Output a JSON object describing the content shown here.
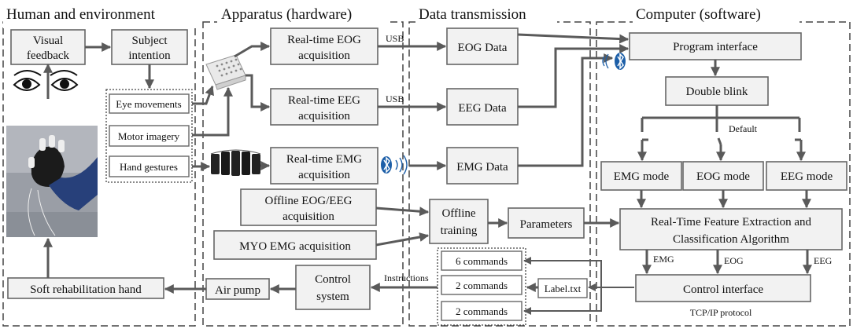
{
  "panels": {
    "human": "Human and environment",
    "apparatus": "Apparatus (hardware)",
    "transmission": "Data transmission",
    "computer": "Computer (software)"
  },
  "human": {
    "visual_feedback": [
      "Visual",
      "feedback"
    ],
    "subject_intention": [
      "Subject",
      "intention"
    ],
    "eye_movements": "Eye movements",
    "motor_imagery": "Motor imagery",
    "hand_gestures": "Hand gestures",
    "soft_hand": "Soft rehabilitation hand"
  },
  "apparatus": {
    "eog_acq": [
      "Real-time EOG",
      "acquisition"
    ],
    "eeg_acq": [
      "Real-time EEG",
      "acquisition"
    ],
    "emg_acq": [
      "Real-time EMG",
      "acquisition"
    ],
    "offline_acq": [
      "Offline  EOG/EEG",
      "acquisition"
    ],
    "myo_acq": "MYO EMG  acquisition",
    "control_system": [
      "Control",
      "system"
    ],
    "air_pump": "Air pump"
  },
  "transmission": {
    "usb1": "USB",
    "usb2": "USB",
    "eog_data": "EOG Data",
    "eeg_data": "EEG Data",
    "emg_data": "EMG Data",
    "offline_training": [
      "Offline",
      "training"
    ],
    "parameters": "Parameters",
    "instructions": "Instructions",
    "commands": [
      "6 commands",
      "2 commands",
      "2 commands"
    ],
    "label_file": "Label.txt"
  },
  "computer": {
    "program_interface": "Program interface",
    "double_blink": "Double blink",
    "default": "Default",
    "emg_mode": "EMG mode",
    "eog_mode": "EOG mode",
    "eeg_mode": "EEG mode",
    "feature_extraction": [
      "Real-Time Feature Extraction and",
      "Classification Algorithm"
    ],
    "emg_tag": "EMG",
    "eog_tag": "EOG",
    "eeg_tag": "EEG",
    "control_interface": "Control interface",
    "protocol": "TCP/IP protocol"
  },
  "icons": {
    "bluetooth_color": "#1d5fa8",
    "eyes": "eyes-icon",
    "hand_photo": "glove-hand-photo",
    "amplifier": "eeg-amplifier-icon",
    "armband": "myo-armband-icon"
  }
}
